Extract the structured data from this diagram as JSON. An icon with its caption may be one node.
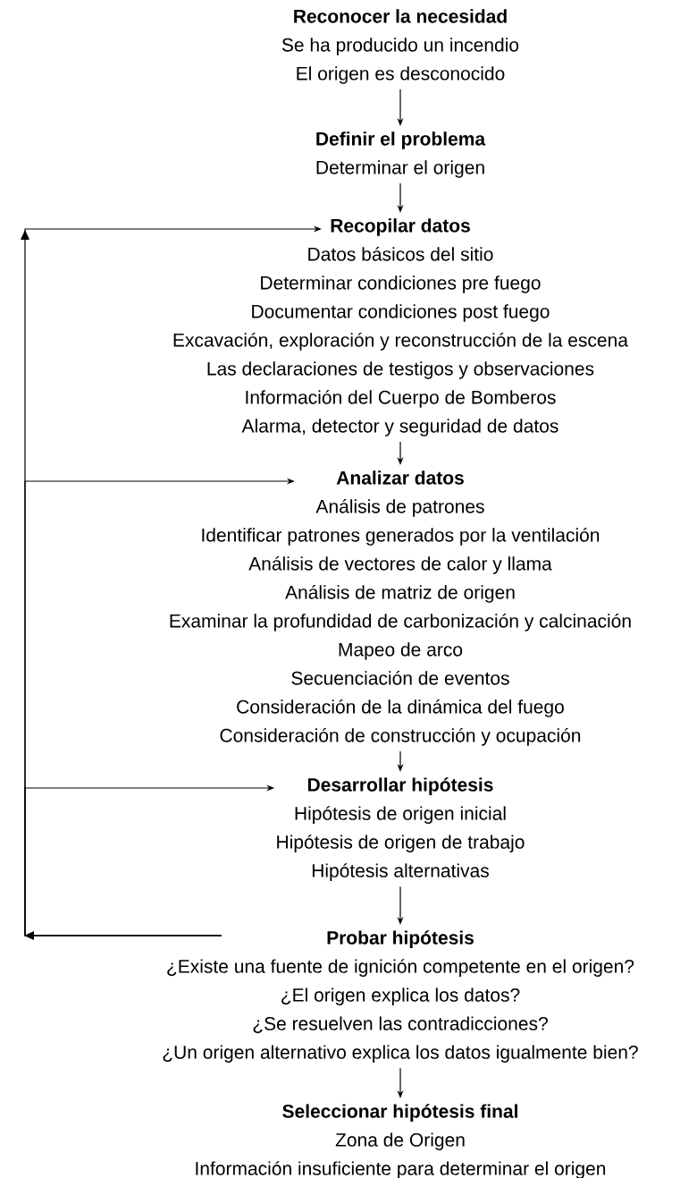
{
  "diagram": {
    "nodes": [
      {
        "text": [
          "Reconocer la necesidad",
          "Se ha producido un incendio",
          "El origen es desconocido"
        ]
      },
      {
        "text": [
          "Definir el problema",
          "Determinar el origen"
        ]
      },
      {
        "text": [
          "Recopilar datos",
          "Datos básicos del sitio",
          "Determinar condiciones pre fuego",
          "Documentar condiciones post fuego",
          "Excavación, exploración y reconstrucción de la escena",
          "Las declaraciones de testigos y observaciones",
          "Información del Cuerpo de Bomberos",
          "Alarma, detector y seguridad de datos"
        ]
      },
      {
        "text": [
          "Analizar datos",
          "Análisis de patrones",
          "Identificar patrones generados por la ventilación",
          "Análisis de vectores de calor y llama",
          "Análisis de matriz de origen",
          "Examinar la profundidad de carbonización y calcinación",
          "Mapeo de arco",
          "Secuenciación de eventos",
          "Consideración de la dinámica del fuego",
          "Consideración de construcción y ocupación"
        ]
      },
      {
        "text": [
          "Desarrollar hipótesis",
          "Hipótesis de origen inicial",
          "Hipótesis de origen de trabajo",
          "Hipótesis alternativas"
        ]
      },
      {
        "text": [
          "Probar hipótesis",
          "¿Existe una fuente de ignición competente en el origen?",
          "¿El origen explica los datos?",
          "¿Se resuelven las contradicciones?",
          "¿Un origen alternativo explica los datos igualmente bien?"
        ]
      },
      {
        "text": [
          "Seleccionar hipótesis final",
          "Zona de Origen",
          "Información insuficiente para determinar el origen"
        ]
      }
    ],
    "edges": [
      {
        "from": 0,
        "to": 1,
        "arrow": "to"
      },
      {
        "from": 1,
        "to": 2,
        "arrow": "to"
      },
      {
        "from": 2,
        "to": 3,
        "arrow": "to"
      },
      {
        "from": 3,
        "to": 4,
        "arrow": "to"
      },
      {
        "from": 4,
        "to": 5,
        "arrow": "to"
      },
      {
        "from": 5,
        "to": 6,
        "arrow": "to"
      },
      {
        "from": 5,
        "to": 2,
        "arrow": "to"
      },
      {
        "from": 5,
        "to": 3,
        "arrow": "to"
      },
      {
        "from": 5,
        "to": 4,
        "arrow": "to"
      }
    ]
  }
}
